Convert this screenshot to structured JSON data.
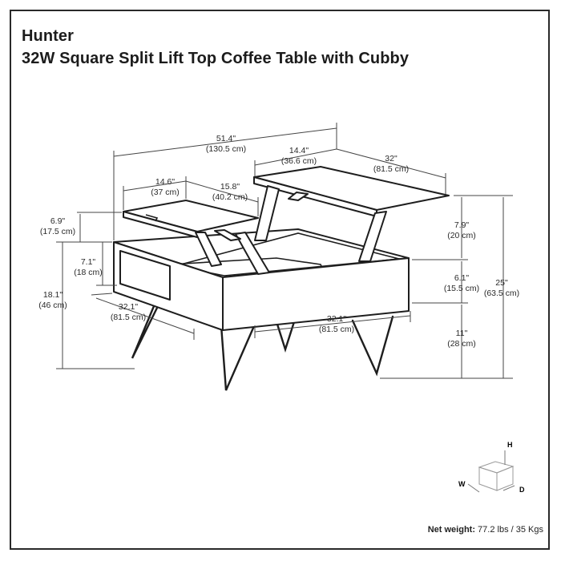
{
  "header": {
    "brand": "Hunter",
    "product": "32W Square Split Lift Top Coffee Table with Cubby"
  },
  "dimensions": {
    "overall_width_in": "51.4\"",
    "overall_width_cm": "(130.5 cm)",
    "top_right_depth_in": "14.4\"",
    "top_right_depth_cm": "(36.6 cm)",
    "right_top_width_in": "32\"",
    "right_top_width_cm": "(81.5 cm)",
    "small_top_width_in": "14.6\"",
    "small_top_width_cm": "(37 cm)",
    "small_top_depth_in": "15.8\"",
    "small_top_depth_cm": "(40.2 cm)",
    "lift_left_in": "6.9\"",
    "lift_left_cm": "(17.5 cm)",
    "cubby_h_in": "7.1\"",
    "cubby_h_cm": "(18 cm)",
    "table_h_in": "18.1\"",
    "table_h_cm": "(46 cm)",
    "depth_left_in": "32.1\"",
    "depth_left_cm": "(81.5 cm)",
    "width_bottom_in": "32.1\"",
    "width_bottom_cm": "(81.5 cm)",
    "lift_right_in": "7.9\"",
    "lift_right_cm": "(20 cm)",
    "box_h_in": "6.1\"",
    "box_h_cm": "(15.5 cm)",
    "leg_h_in": "11\"",
    "leg_h_cm": "(28 cm)",
    "total_h_in": "25\"",
    "total_h_cm": "(63.5 cm)"
  },
  "axis_legend": {
    "h": "H",
    "w": "W",
    "d": "D"
  },
  "footer": {
    "weight_label": "Net weight:",
    "weight_value": " 77.2 lbs / 35 Kgs"
  }
}
